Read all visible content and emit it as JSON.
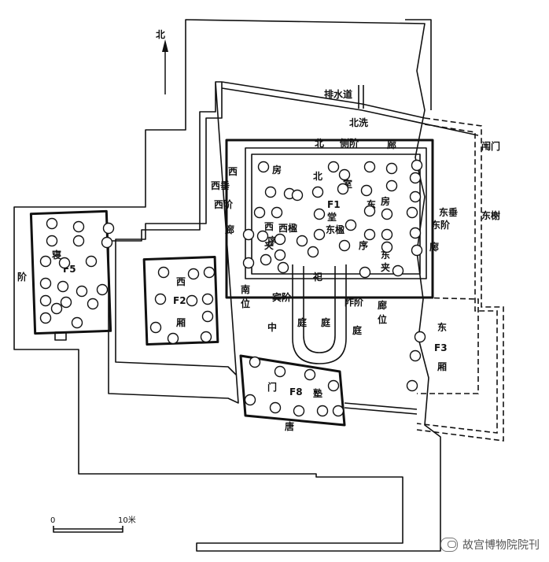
{
  "north": "北",
  "scale": {
    "zero": "0",
    "ten": "10米"
  },
  "watermark": "故宫博物院院刊",
  "labels": {
    "drain": "排水道",
    "north_wash": "北洗",
    "north": "北",
    "side_stair": "侧阶",
    "corridor": "廊",
    "gate": "闱门",
    "east_wall": "东榭",
    "west": "西",
    "room": "房",
    "north_room": "北",
    "room_char": "室",
    "west_chui": "西垂",
    "west_stair": "西阶",
    "f1": "F1",
    "hall": "堂",
    "east_ying": "东楹",
    "west_ying": "西楹",
    "east": "东",
    "east_room": "房",
    "east_chui": "东垂",
    "east_stair": "东阶",
    "xi": "西",
    "xu": "序",
    "jia": "夹",
    "dong": "东",
    "dong_xu": "序",
    "dong_jia": "夹",
    "chi": "祀",
    "nan": "南",
    "wei": "位",
    "bin_stair": "宾阶",
    "zuo_stair": "阼阶",
    "zhong": "中",
    "ting": "庭",
    "ting_char": "庭",
    "mid_ting_left": "庭",
    "mid_ting_right": "廊",
    "lang_wei": "廊",
    "wei2": "位",
    "men": "门",
    "f8": "F8",
    "shu": "塾",
    "tang": "唐",
    "qin": "寝",
    "f5": "F5",
    "jie": "阶",
    "f2": "F2",
    "xiang": "厢",
    "f3": "F3",
    "dong_xiang": "厢",
    "east_f3": "东"
  }
}
